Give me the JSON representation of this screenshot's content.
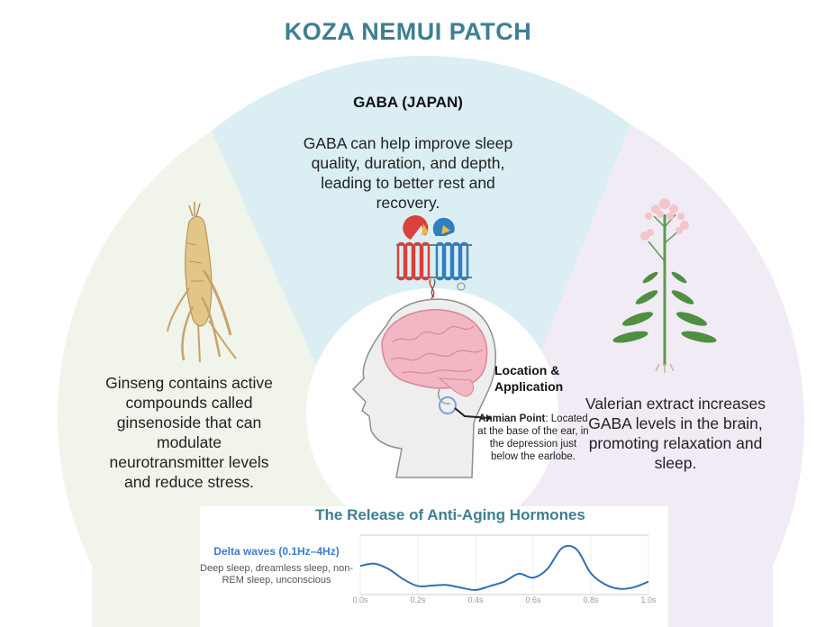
{
  "title": "KOZA NEMUI PATCH",
  "gaba": {
    "heading": "GABA (JAPAN)",
    "text": "GABA can help improve sleep quality, duration, and depth, leading to better rest and recovery."
  },
  "ginseng": {
    "text": "Ginseng contains active compounds called ginsenoside that can modulate neurotransmitter levels and reduce stress."
  },
  "valerian": {
    "text": "Valerian extract increases GABA levels in the brain, promoting relaxation and sleep."
  },
  "location": {
    "title": "Location & Application",
    "point_name": "Anmian Point",
    "point_desc": "Located at the base of the ear, in the depression just below the earlobe."
  },
  "release": {
    "title": "The Release of Anti-Aging Hormones",
    "wave_title": "Delta waves (0.1Hz–4Hz)",
    "wave_desc": "Deep sleep, dreamless sleep, non-REM sleep, unconscious"
  },
  "colors": {
    "title": "#3d7f93",
    "wedge_left": "#f0f4ea",
    "wedge_center": "#daeef3",
    "wedge_right": "#f1ebf5",
    "wave": "#2e6fb8"
  },
  "icons": [
    "ginseng-root-icon",
    "gaba-receptor-icon",
    "valerian-plant-icon",
    "head-brain-icon"
  ],
  "chart_data": {
    "type": "line",
    "title": "Delta waves (0.1Hz–4Hz)",
    "xlabel": "",
    "ylabel": "",
    "x_tick_labels": [
      "0.0s",
      "0.2s",
      "0.4s",
      "0.6s",
      "0.8s",
      "1.0s"
    ],
    "xlim": [
      0,
      1.0
    ],
    "ylim": [
      0,
      1
    ],
    "grid": true,
    "series": [
      {
        "x": [
          0.0,
          0.05,
          0.1,
          0.15,
          0.2,
          0.25,
          0.3,
          0.35,
          0.4,
          0.45,
          0.5,
          0.55,
          0.6,
          0.65,
          0.7,
          0.75,
          0.8,
          0.85,
          0.9,
          0.95,
          1.0
        ],
        "y": [
          0.48,
          0.52,
          0.42,
          0.24,
          0.12,
          0.13,
          0.14,
          0.09,
          0.05,
          0.12,
          0.2,
          0.34,
          0.27,
          0.43,
          0.8,
          0.78,
          0.35,
          0.15,
          0.07,
          0.1,
          0.2
        ]
      }
    ]
  }
}
